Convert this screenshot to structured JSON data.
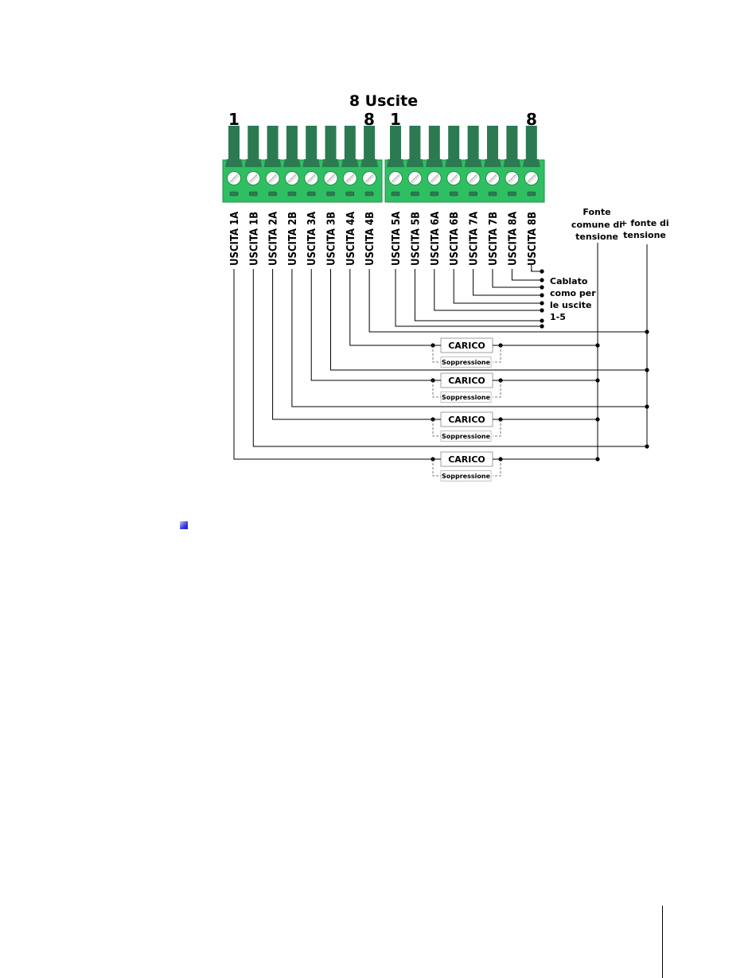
{
  "title": "8 Uscite",
  "connectors": [
    {
      "start_number": "1",
      "end_number": "8"
    },
    {
      "start_number": "1",
      "end_number": "8"
    }
  ],
  "pin_labels": [
    "USCITA 1A",
    "USCITA 1B",
    "USCITA 2A",
    "USCITA 2B",
    "USCITA 3A",
    "USCITA 3B",
    "USCITA 4A",
    "USCITA 4B",
    "USCITA 5A",
    "USCITA 5B",
    "USCITA 6A",
    "USCITA 6B",
    "USCITA 7A",
    "USCITA 7B",
    "USCITA 8A",
    "USCITA 8B"
  ],
  "wired_note": [
    "Cablato",
    "como per",
    "le uscite",
    "1-5"
  ],
  "common_source": [
    "Fonte",
    "comune di",
    "tensione"
  ],
  "plus_source": [
    "+ fonte di",
    "tensione"
  ],
  "load_label": "CARICO",
  "suppression_label": "Soppressione",
  "colors": {
    "terminal_body": "#2fbf62",
    "pin_dark": "#2c7a52",
    "screw": "#ffffff",
    "bullet": "#3a3ae0"
  }
}
